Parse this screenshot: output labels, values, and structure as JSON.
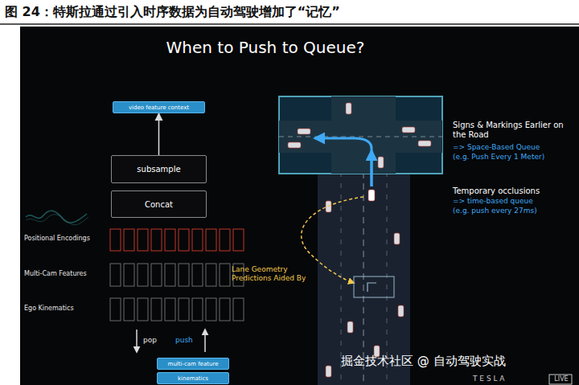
{
  "diagram": {
    "title": "图 24：特斯拉通过引入时序数据为自动驾驶增加了“记忆”",
    "nodes": [
      {
        "text": [
          "video feature context"
        ]
      },
      {
        "text": [
          "subsample"
        ]
      },
      {
        "text": [
          "Concat"
        ]
      },
      {
        "text": [
          "multi-cam feature"
        ]
      },
      {
        "text": [
          "kinematics"
        ]
      }
    ],
    "edges": [
      {
        "from": 1,
        "to": 0,
        "arrow": "to"
      }
    ],
    "labels": [
      "When to Push to Queue?",
      "Positional Encodings",
      "Multi-Cam Features",
      "Ego Kinematics",
      "pop",
      "push",
      "Signs & Markings Earlier on the Road",
      "=> Space-Based Queue",
      "(e.g. Push Every 1 Meter)",
      "Temporary occlusions",
      "=> time-based queue",
      "(e.g. push every 27ms)",
      "Lane Geometry Predictions Aided By",
      "掘金技术社区 @ 自动驾驶实战",
      "T E S L A",
      "LIVE"
    ]
  }
}
